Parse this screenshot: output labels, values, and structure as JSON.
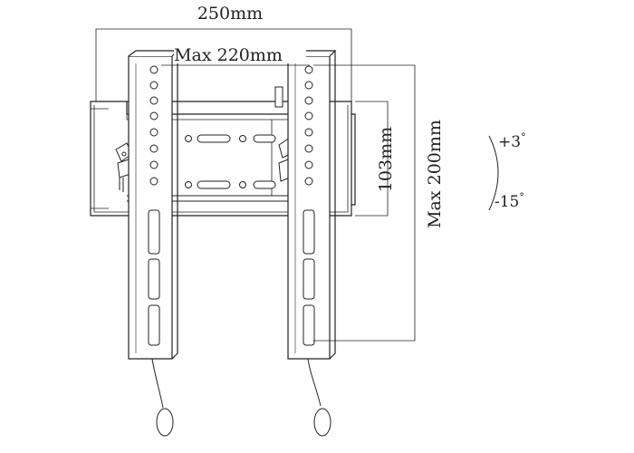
{
  "dimensions": {
    "mount_width": "250mm",
    "max_horizontal": "Max 220mm",
    "rail_height": "103mm",
    "max_vertical": "Max 200mm"
  },
  "tilt": {
    "up": "+3",
    "down": "-15",
    "unit": "°"
  }
}
